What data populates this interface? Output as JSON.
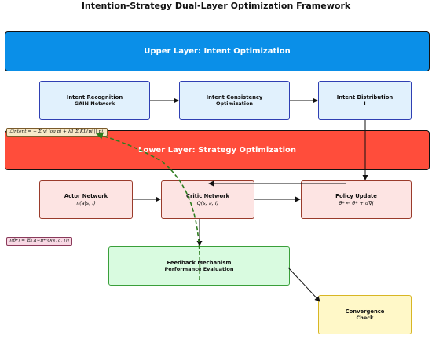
{
  "title": "Intention-Strategy Dual-Layer Optimization Framework",
  "upper_layer": {
    "label": "Upper Layer: Intent Optimization"
  },
  "lower_layer": {
    "label": "Lower Layer: Strategy Optimization"
  },
  "nodes": {
    "intent_recognition": {
      "line1": "Intent Recognition",
      "line2": "GAIN Network"
    },
    "intent_consistency": {
      "line1": "Intent Consistency",
      "line2": "Optimization"
    },
    "intent_distribution": {
      "line1": "Intent Distribution",
      "line2": "I"
    },
    "actor_network": {
      "line1": "Actor Network",
      "line2": "π(a|s, I)"
    },
    "critic_network": {
      "line1": "Critic Network",
      "line2": "Q(s, a, I)"
    },
    "policy_update": {
      "line1": "Policy Update",
      "line2": "θ* ← θ* + α∇J"
    },
    "feedback_mechanism": {
      "line1": "Feedback Mechanism",
      "line2": "Performance Evaluation"
    },
    "convergence_check": {
      "line1": "Convergence",
      "line2": "Check"
    }
  },
  "formulas": {
    "intent_loss": "ℒintent = − Σ yi log pi + λ1 Σ KL(pi || pj)",
    "policy_objective": "J(θ*) = 𝔼s,a∼π*[Q(s, a, I)]"
  },
  "colors": {
    "upper_band": "#0a8fe8",
    "lower_band": "#ff4d3b",
    "feedback_arrow": "#2e7d1f"
  }
}
